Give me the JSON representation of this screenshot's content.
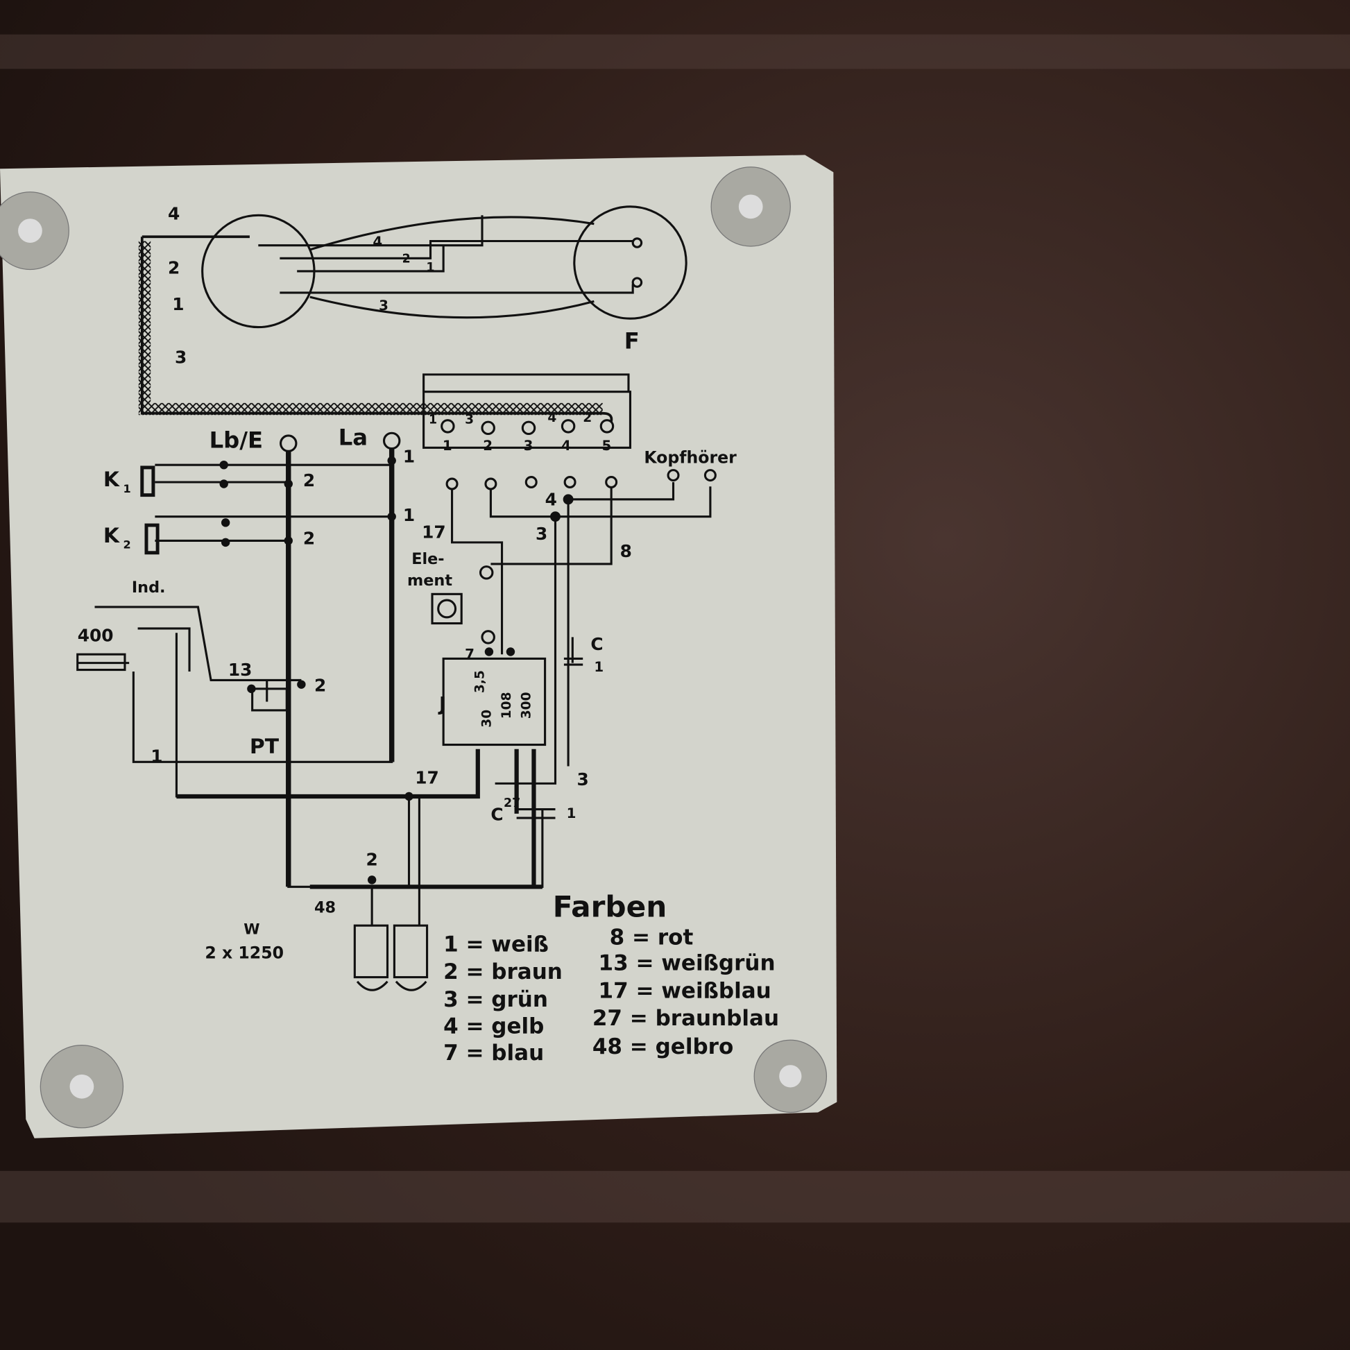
{
  "colors": {
    "plate": "#d3d4cc",
    "ink": "#111111",
    "bakelite": "#3a2620",
    "rivet": "#a9a9a2"
  },
  "diagram": {
    "top_labels": {
      "wire4": "4",
      "wire2": "2",
      "wire1": "1",
      "wire3": "3",
      "inner4": "4",
      "inner2": "2",
      "inner1": "1",
      "inner3": "3",
      "F": "F"
    },
    "terminals": {
      "lbe": "Lb/E",
      "la": "La",
      "kopfhoerer": "Kopfhörer"
    },
    "strip_top": [
      "1",
      "3",
      "4",
      "2"
    ],
    "strip_numbers": [
      "1",
      "2",
      "3",
      "4",
      "5"
    ],
    "keys": {
      "k1": "K",
      "k1_sub": "1",
      "k2": "K",
      "k2_sub": "2"
    },
    "wire_numbers": {
      "n2a": "2",
      "n1a": "1",
      "n1b": "1",
      "n2b": "2",
      "n17a": "17",
      "n3a": "3",
      "n4a": "4",
      "n8": "8",
      "n13": "13",
      "n2c": "2",
      "n1c": "1",
      "n17b": "17",
      "n3b": "3",
      "n2d": "2",
      "n48": "48",
      "n7": "7"
    },
    "components": {
      "ind": "Ind.",
      "r400": "400",
      "pt": "PT",
      "element_1": "Ele-",
      "element_2": "ment",
      "j": "J",
      "c1": "C",
      "c1_val": "1",
      "c2": "C",
      "c2_top": "27",
      "c2_val": "1",
      "w_label": "W",
      "w_val": "2 x 1250",
      "coil_vals": [
        "3,5",
        "30",
        "108",
        "300"
      ]
    },
    "legend": {
      "title": "Farben",
      "left": [
        "1 = weiß",
        "2 = braun",
        "3 = grün",
        "4 = gelb",
        "7 = blau"
      ],
      "right": [
        "8 = rot",
        "13 = weißgrün",
        "17 = weißblau",
        "27 = braunblau",
        "48 = gelbro"
      ]
    }
  }
}
